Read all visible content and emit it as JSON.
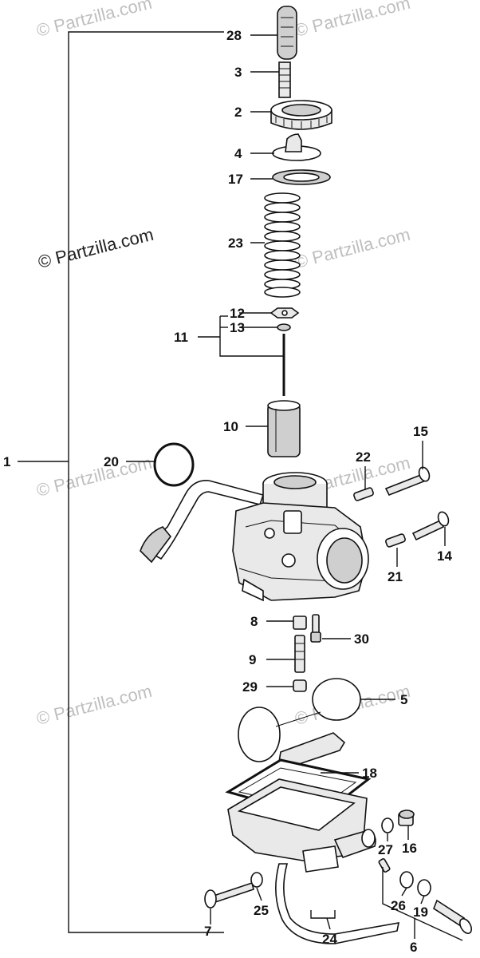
{
  "watermark": {
    "text": "© Partzilla.com"
  },
  "callouts": [
    {
      "id": "1",
      "label": "1"
    },
    {
      "id": "2",
      "label": "2"
    },
    {
      "id": "3",
      "label": "3"
    },
    {
      "id": "4",
      "label": "4"
    },
    {
      "id": "5",
      "label": "5"
    },
    {
      "id": "6",
      "label": "6"
    },
    {
      "id": "7",
      "label": "7"
    },
    {
      "id": "8",
      "label": "8"
    },
    {
      "id": "9",
      "label": "9"
    },
    {
      "id": "10",
      "label": "10"
    },
    {
      "id": "11",
      "label": "11"
    },
    {
      "id": "12",
      "label": "12"
    },
    {
      "id": "13",
      "label": "13"
    },
    {
      "id": "14",
      "label": "14"
    },
    {
      "id": "15",
      "label": "15"
    },
    {
      "id": "16",
      "label": "16"
    },
    {
      "id": "17",
      "label": "17"
    },
    {
      "id": "18",
      "label": "18"
    },
    {
      "id": "19",
      "label": "19"
    },
    {
      "id": "20",
      "label": "20"
    },
    {
      "id": "21",
      "label": "21"
    },
    {
      "id": "22",
      "label": "22"
    },
    {
      "id": "23",
      "label": "23"
    },
    {
      "id": "24",
      "label": "24"
    },
    {
      "id": "25",
      "label": "25"
    },
    {
      "id": "26",
      "label": "26"
    },
    {
      "id": "27",
      "label": "27"
    },
    {
      "id": "28",
      "label": "28"
    },
    {
      "id": "29",
      "label": "29"
    },
    {
      "id": "30",
      "label": "30"
    }
  ]
}
